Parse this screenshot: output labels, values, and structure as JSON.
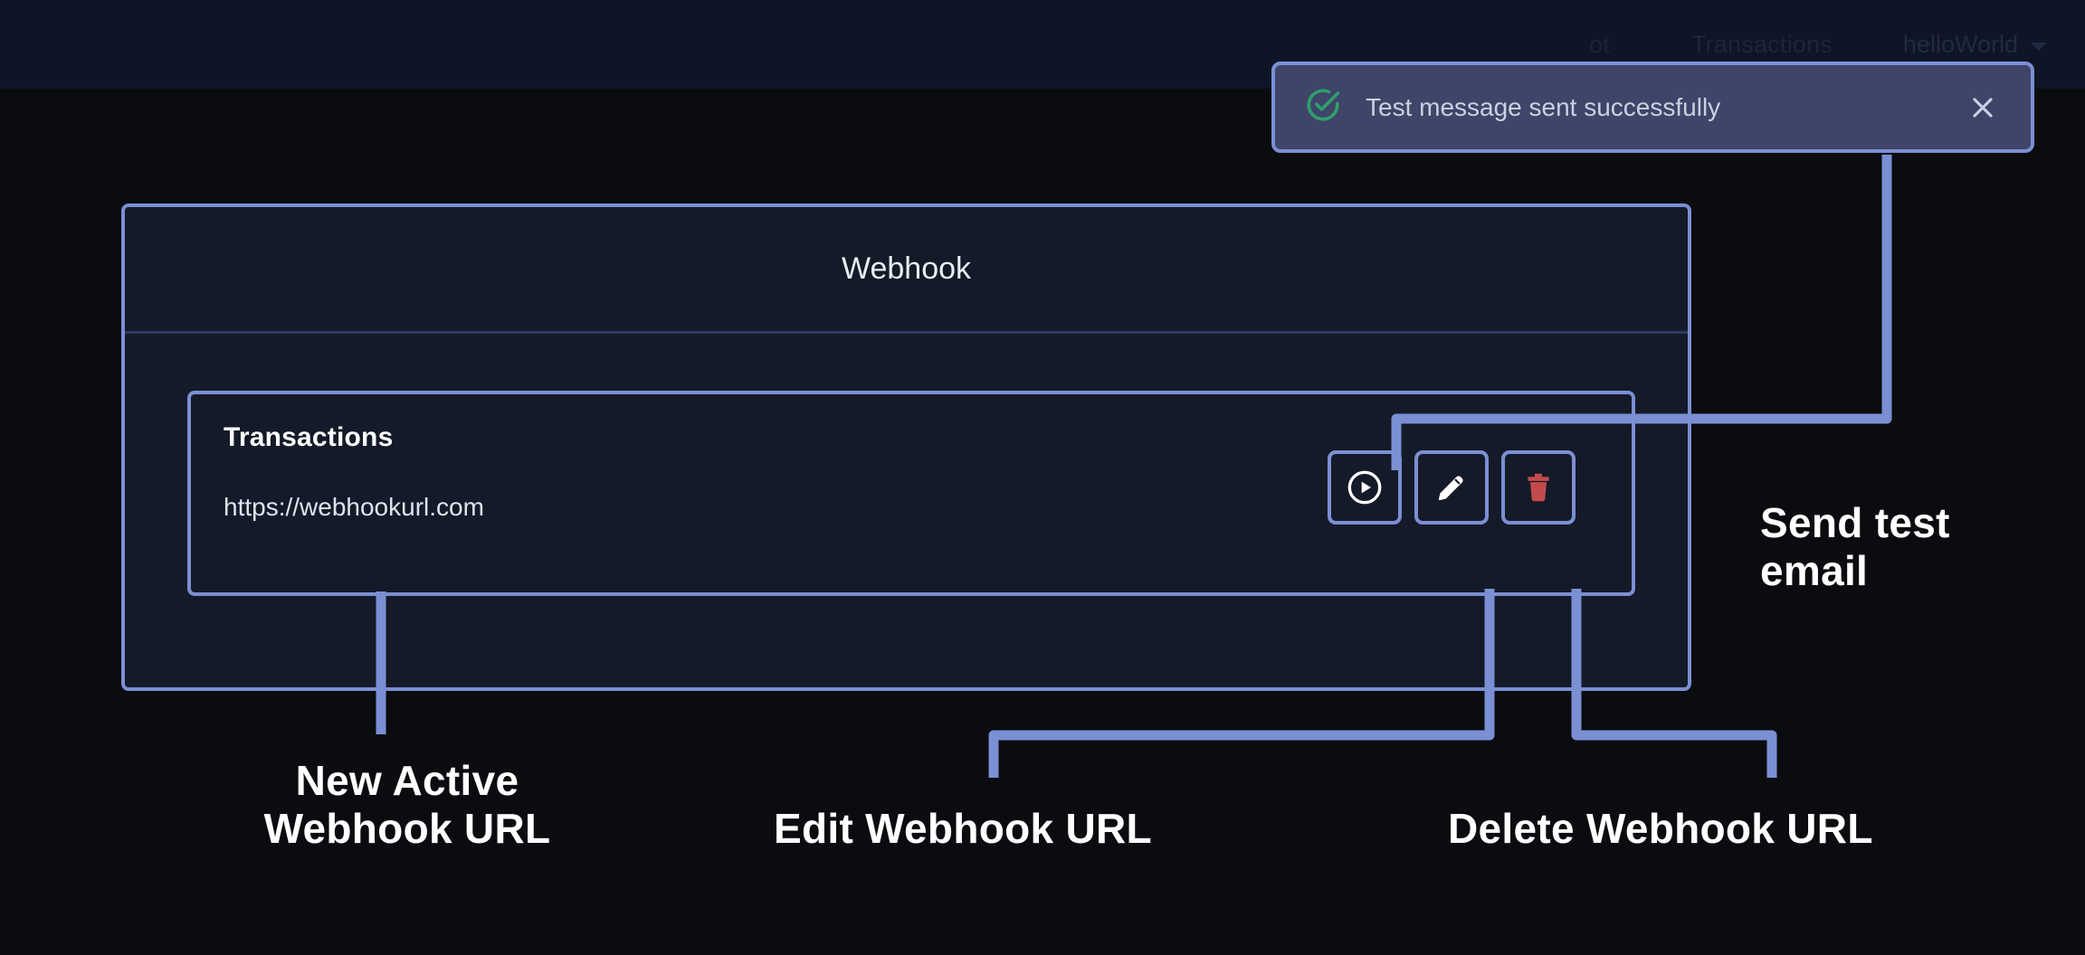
{
  "navbar": {
    "items": [
      {
        "label": "ot"
      },
      {
        "label": "Transactions"
      }
    ],
    "user": {
      "label": "helloWorld",
      "chevron_icon": "chevron-down-icon"
    }
  },
  "toast": {
    "status_icon": "check-circle-icon",
    "message": "Test message sent successfully",
    "close_icon": "close-icon",
    "bg_color": "#3F4469",
    "accent_color": "#2E9E6B",
    "border_color": "#7B8FD4"
  },
  "webhook_card": {
    "title": "Webhook",
    "row": {
      "name": "Transactions",
      "url": "https://webhookurl.com",
      "actions": [
        {
          "name": "send-test-button",
          "icon": "play-circle-icon",
          "color": "#FFFFFF"
        },
        {
          "name": "edit-button",
          "icon": "pencil-icon",
          "color": "#FFFFFF"
        },
        {
          "name": "delete-button",
          "icon": "trash-icon",
          "color": "#C44B4B"
        }
      ]
    }
  },
  "annotations": {
    "new_active_webhook_url": "New Active\nWebhook URL",
    "new_active_webhook_url_line1": "New Active",
    "new_active_webhook_url_line2": "Webhook URL",
    "edit_webhook_url": "Edit Webhook URL",
    "delete_webhook_url": "Delete Webhook URL",
    "send_test_email_line1": "Send test",
    "send_test_email_line2": "email",
    "callout_color": "#7B8FD4"
  },
  "colors": {
    "page_background": "#0A0C10",
    "navbar_background": "#0E1527",
    "card_background": "#141A28",
    "highlight_border": "#7B8FD4",
    "divider": "#2E3A5E",
    "text_primary": "#FFFFFF",
    "text_secondary": "#DDE4EE"
  }
}
